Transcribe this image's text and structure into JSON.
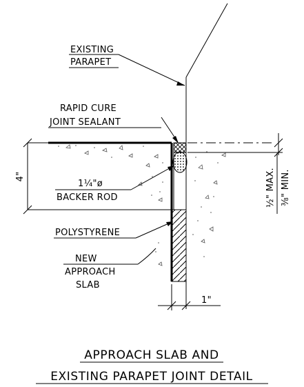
{
  "labels": {
    "existing_parapet": [
      "EXISTING",
      "PARAPET"
    ],
    "sealant": [
      "RAPID CURE",
      "JOINT SEALANT"
    ],
    "backer_rod": [
      "1¼\"ø",
      "BACKER ROD"
    ],
    "polystyrene": "POLYSTYRENE",
    "new_slab": [
      "NEW",
      "APPROACH",
      "SLAB"
    ]
  },
  "dimensions": {
    "slab_depth": "4\"",
    "joint_width": "1\"",
    "sealant_max": "½\" MAX.",
    "sealant_min": "⅜\" MIN."
  },
  "title": {
    "line1": "APPROACH SLAB AND",
    "line2": "EXISTING PARAPET JOINT DETAIL"
  }
}
